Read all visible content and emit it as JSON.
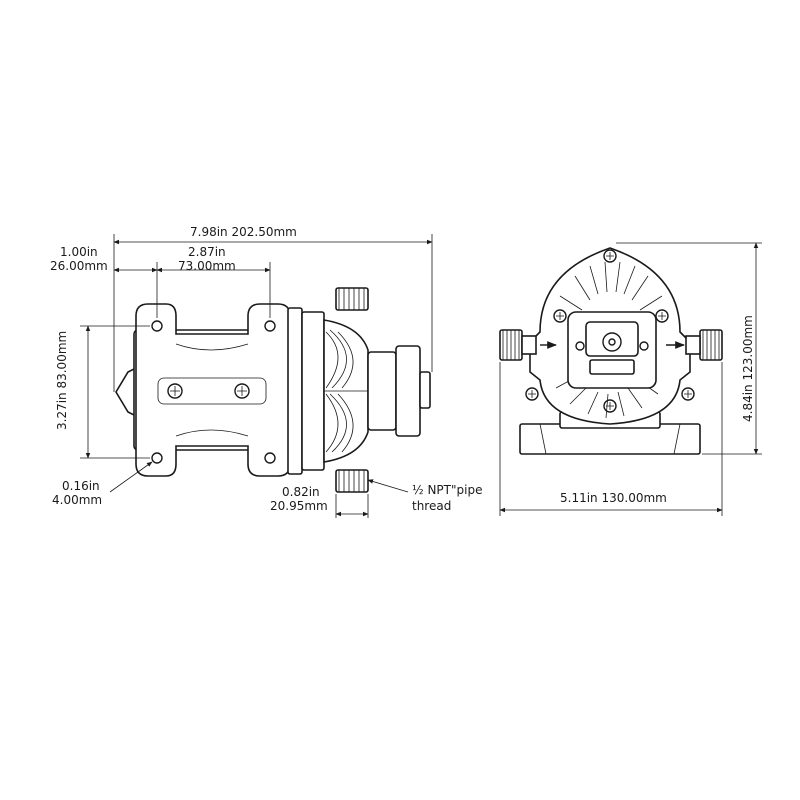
{
  "colors": {
    "line": "#1a1a1a",
    "background": "#ffffff"
  },
  "dimensions": {
    "overall_length": "7.98in  202.50mm",
    "mount_offset_in": "1.00in",
    "mount_offset_mm": "26.00mm",
    "mount_spacing_in": "2.87in",
    "mount_spacing_mm": "73.00mm",
    "mount_height": "3.27in  83.00mm",
    "hole_diameter_in": "0.16in",
    "hole_diameter_mm": "4.00mm",
    "port_width_in": "0.82in",
    "port_width_mm": "20.95mm",
    "thread_line1": "½ NPT\"pipe",
    "thread_line2": "thread",
    "front_width": "5.11in  130.00mm",
    "front_height": "4.84in  123.00mm"
  }
}
